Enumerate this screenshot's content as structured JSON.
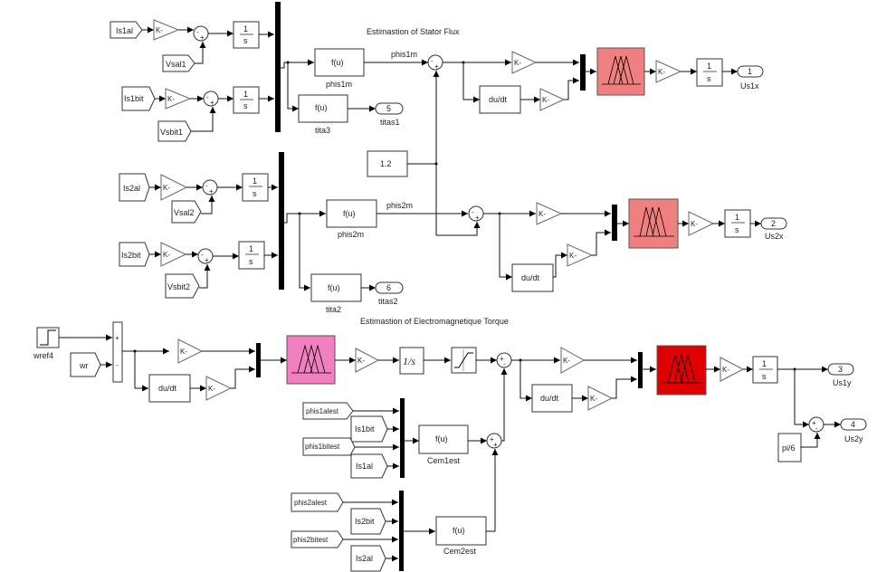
{
  "diagram": {
    "annotations": {
      "stator_flux_title": "Estimastion of Stator Flux",
      "torque_title": "Estimastion of Electromagnetique Torque"
    },
    "colors": {
      "fuzzy_1": "#f08080",
      "fuzzy_2": "#f08080",
      "fuzzy_torque": "#f080c0",
      "fuzzy_3": "#e00000"
    },
    "from_tags": {
      "is1al": "Is1al",
      "vsal1": "Vsal1",
      "is1bit": "Is1bit",
      "vsbit1": "Vsbit1",
      "is2al": "Is2al",
      "vsal2": "Vsal2",
      "is2bit": "Is2bit",
      "vsbit2": "Vsbit2",
      "wr": "wr",
      "phis1alest": "phis1alest",
      "is1bit_b": "Is1bit",
      "phis1bitest": "phis1bitest",
      "is1al_b": "Is1al",
      "phis2alest": "phis2alest",
      "is2bit_b": "Is2bit",
      "phis2bitest": "phis2bitest",
      "is2al_b": "Is2al"
    },
    "gain_label": "K-",
    "integrator": {
      "num": "1",
      "den": "s",
      "alt": "1/s"
    },
    "fcn_label": "f(u)",
    "derivative_label": "du/dt",
    "constants": {
      "c12": "1.2",
      "pi6": "pi/6"
    },
    "fcn_names": {
      "phis1m": "phis1m",
      "tita3": "tita3",
      "phis2m": "phis2m",
      "tita2": "tita2",
      "cem1est": "Cem1est",
      "cem2est": "Cem2est"
    },
    "signal_labels": {
      "phis1m": "phis1m",
      "phis2m": "phis2m"
    },
    "outports": [
      {
        "num": "1",
        "name": "Us1x"
      },
      {
        "num": "2",
        "name": "Us2x"
      },
      {
        "num": "3",
        "name": "Us1y"
      },
      {
        "num": "4",
        "name": "Us2y"
      },
      {
        "num": "5",
        "name": "titas1"
      },
      {
        "num": "6",
        "name": "titas2"
      }
    ],
    "step_name": "wref4",
    "sum_signs": {
      "minus": "-",
      "plus": "+"
    }
  }
}
